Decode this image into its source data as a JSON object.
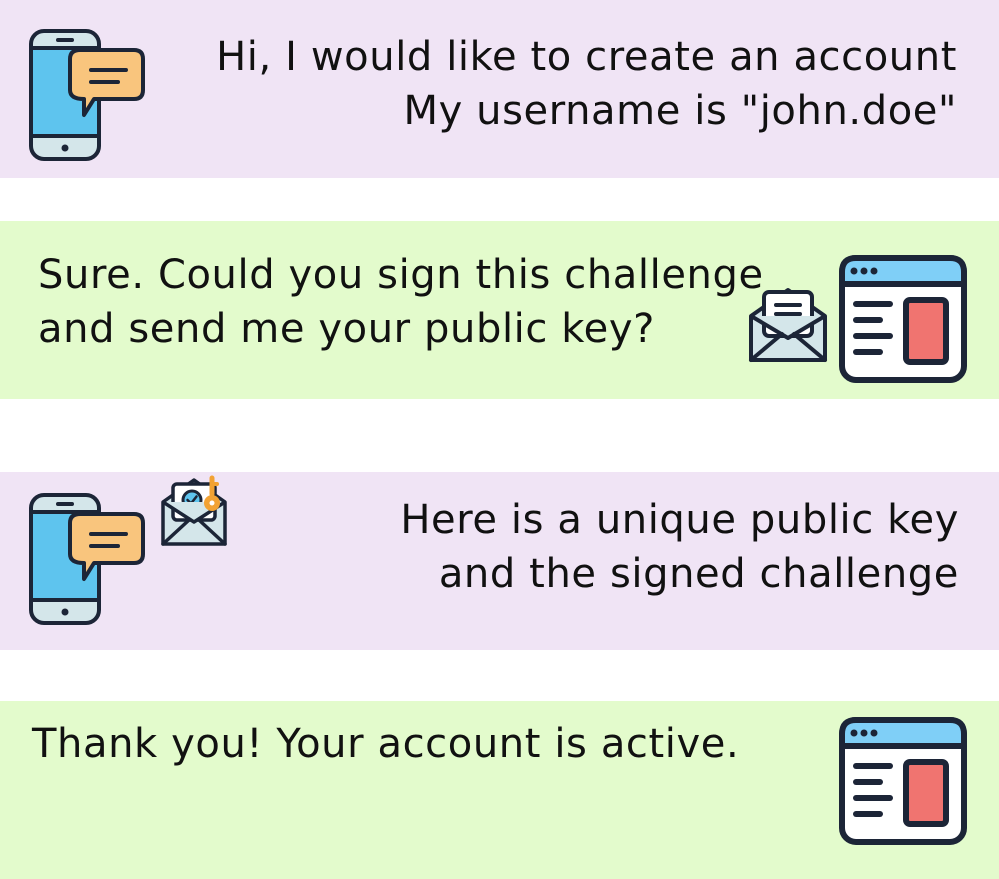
{
  "colors": {
    "client_band": "#f0e4f5",
    "server_band": "#e3fbcc",
    "phone_screen": "#5ec4ee",
    "phone_body": "#d4e6ea",
    "chat_bubble": "#f9c57d",
    "browser_bar": "#7fcff7",
    "browser_panel": "#f07470",
    "envelope": "#d4e6ea",
    "key": "#f2a233",
    "check": "#5ec4ee",
    "outline": "#1c2537"
  },
  "messages": [
    {
      "sender": "client",
      "lines": [
        "Hi, I would like to create an account",
        "My username is \"john.doe\""
      ],
      "icons": [
        "phone-chat-icon"
      ]
    },
    {
      "sender": "server",
      "lines": [
        "Sure. Could you sign this challenge",
        "and send me your public key?"
      ],
      "icons": [
        "envelope-letter-icon",
        "browser-window-icon"
      ]
    },
    {
      "sender": "client",
      "lines": [
        "Here is a unique public key",
        "and the signed challenge"
      ],
      "icons": [
        "phone-chat-icon",
        "envelope-key-icon"
      ]
    },
    {
      "sender": "server",
      "lines": [
        "Thank you! Your account is active."
      ],
      "icons": [
        "browser-window-icon"
      ]
    }
  ]
}
